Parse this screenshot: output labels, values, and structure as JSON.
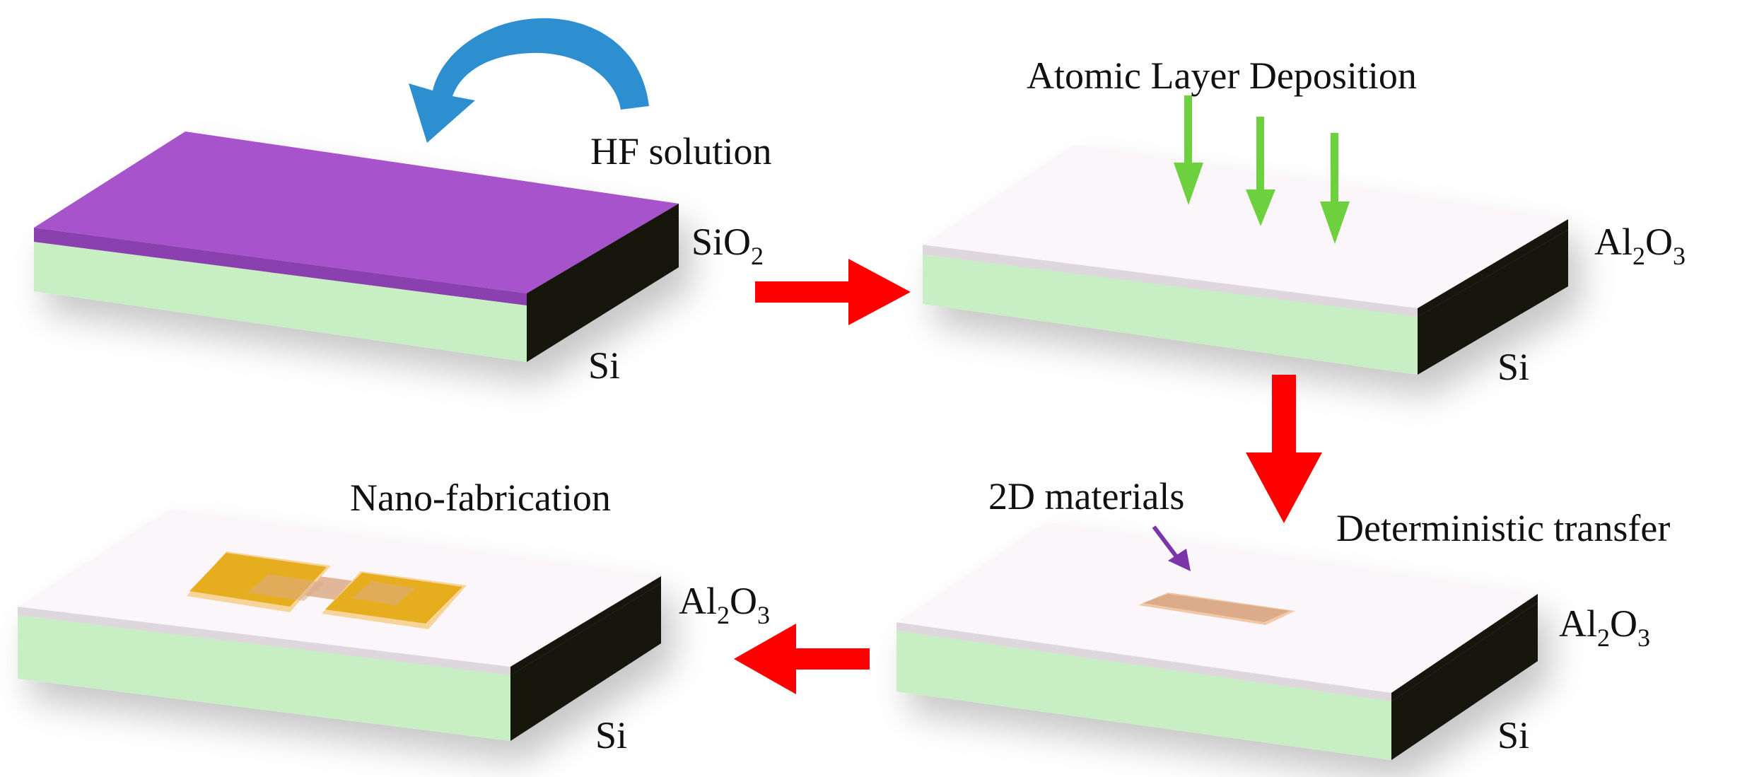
{
  "colors": {
    "sio2_top": "#a653cc",
    "sio2_edge": "#8b3fb0",
    "si_front": "#c8eec4",
    "al2o3_top": "#faf6f9",
    "al2o3_edge": "#ded8de",
    "side_dark": "#121411",
    "process_arrow": "#ff0000",
    "ald_arrow": "#6dd13f",
    "hf_arrow": "#2e8fd0",
    "pointer_arrow": "#7b35a8",
    "flake": "#dcab8a",
    "flake_edge": "#f0c8a6",
    "contact": "#e6ae1e",
    "contact_edge": "#f6d49a"
  },
  "steps": [
    {
      "layer_label": {
        "main": "SiO",
        "sub": "2"
      },
      "substrate_label": "Si",
      "annotation": "HF solution"
    },
    {
      "layer_label": {
        "main1": "Al",
        "sub1": "2",
        "main2": "O",
        "sub2": "3"
      },
      "substrate_label": "Si",
      "annotation": "Atomic Layer Deposition"
    },
    {
      "layer_label": {
        "main1": "Al",
        "sub1": "2",
        "main2": "O",
        "sub2": "3"
      },
      "substrate_label": "Si",
      "annotation": "Deterministic transfer",
      "pointer_label": "2D materials"
    },
    {
      "layer_label": {
        "main1": "Al",
        "sub1": "2",
        "main2": "O",
        "sub2": "3"
      },
      "substrate_label": "Si",
      "annotation": "Nano-fabrication"
    }
  ]
}
